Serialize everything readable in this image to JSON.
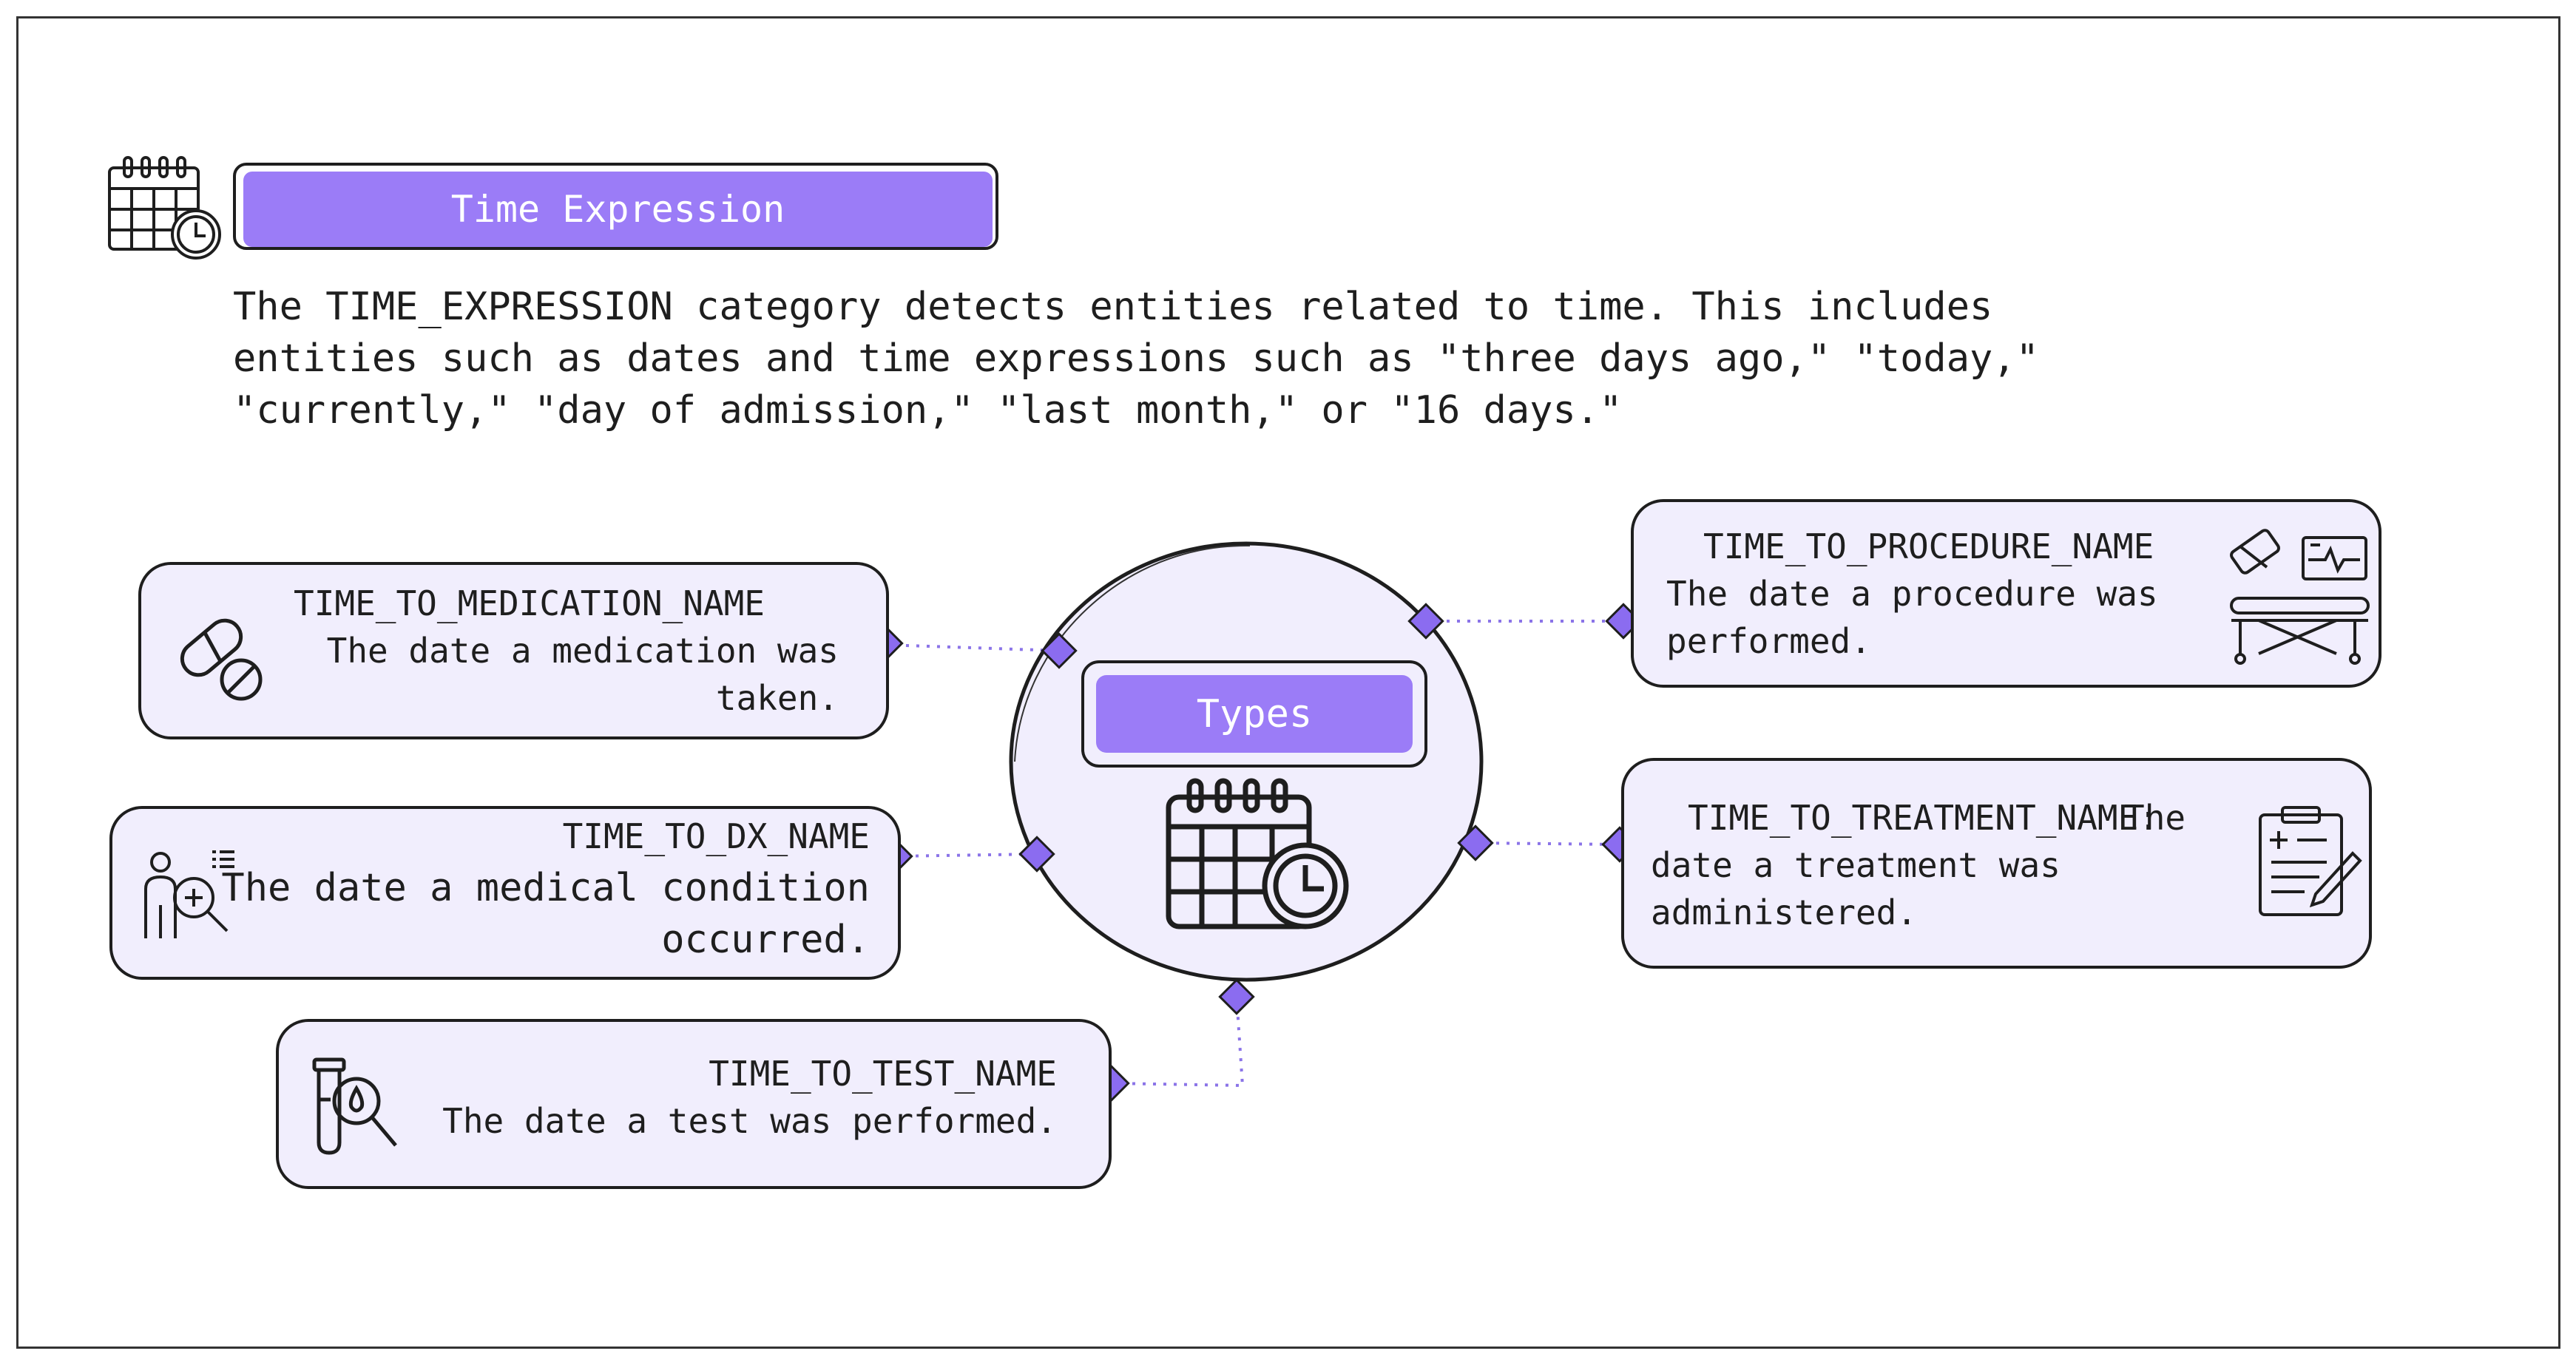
{
  "header": {
    "title": "Time Expression",
    "icon": "calendar-clock-icon",
    "description": "The TIME_EXPRESSION category detects entities related to time. This includes\nentities such as dates and time expressions such as \"three days ago,\" \"today,\"\n\"currently,\" \"day of admission,\" \"last month,\" or \"16 days.\""
  },
  "center": {
    "label": "Types",
    "icon": "calendar-clock-icon"
  },
  "types": [
    {
      "name": "TIME_TO_MEDICATION_NAME",
      "description": "The date a medication was\ntaken.",
      "icon": "pills-icon"
    },
    {
      "name": "TIME_TO_DX_NAME",
      "description": "The date a medical condition\noccurred.",
      "icon": "diagnosis-icon"
    },
    {
      "name": "TIME_TO_TEST_NAME",
      "description": "The date a test was performed.",
      "icon": "test-tube-icon"
    },
    {
      "name": "TIME_TO_PROCEDURE_NAME",
      "description": "The date a procedure was\nperformed.",
      "icon": "procedure-icon"
    },
    {
      "name": "TIME_TO_TREATMENT_NAME:",
      "description": "The\ndate a treatment was\nadministered.",
      "icon": "clipboard-icon"
    }
  ],
  "colors": {
    "accent": "#9b7cf7",
    "card_fill": "#f1eefd",
    "stroke": "#1e1e1e",
    "connector": "#8b74e8"
  }
}
